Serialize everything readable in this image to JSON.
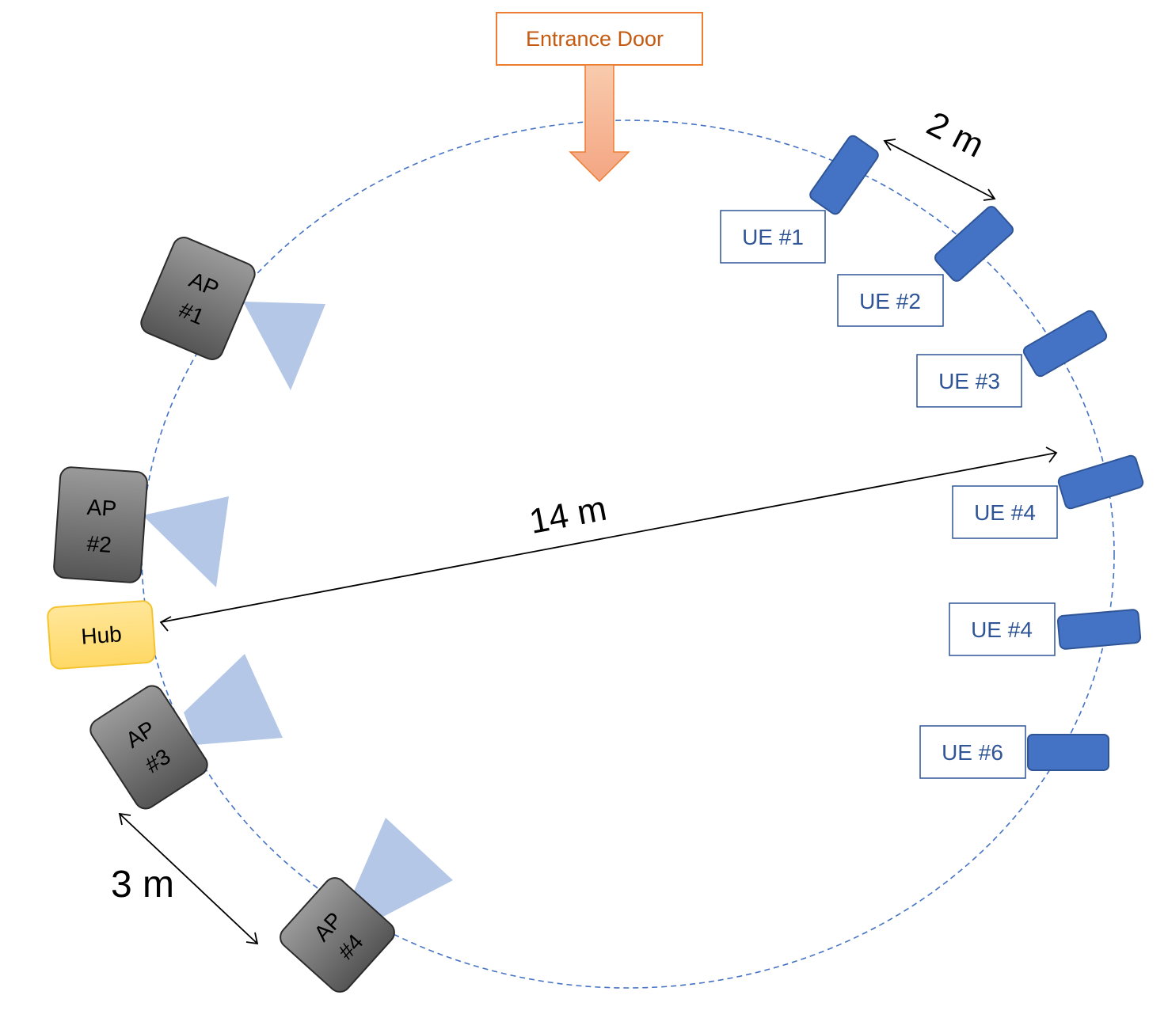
{
  "entrance": {
    "label": "Entrance Door"
  },
  "access_points": [
    {
      "line1": "AP",
      "line2": "#1"
    },
    {
      "line1": "AP",
      "line2": "#2"
    },
    {
      "line1": "AP",
      "line2": "#3"
    },
    {
      "line1": "AP",
      "line2": "#4"
    }
  ],
  "hub": {
    "label": "Hub"
  },
  "user_equipment": [
    {
      "label": "UE #1"
    },
    {
      "label": "UE #2"
    },
    {
      "label": "UE #3"
    },
    {
      "label": "UE #4"
    },
    {
      "label": "UE #4"
    },
    {
      "label": "UE #6"
    }
  ],
  "dimensions": {
    "diameter": "14 m",
    "ue_spacing": "2 m",
    "ap_spacing": "3 m"
  },
  "colors": {
    "circle": "#4472C4",
    "ue_device": "#4472C4",
    "ue_label": "#2F5597",
    "ap_body": "#7f7f7f",
    "beam": "#B4C7E7",
    "hub_fill": "#FFD966",
    "hub_border": "#F4C430",
    "door_text": "#C55A11",
    "door_border": "#ED7D31"
  }
}
